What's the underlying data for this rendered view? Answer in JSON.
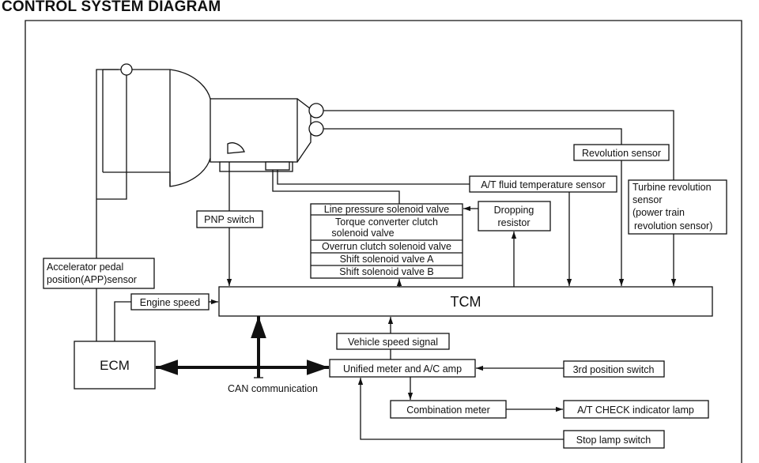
{
  "title": "CONTROL SYSTEM DIAGRAM",
  "labels": {
    "revolution_sensor": "Revolution sensor",
    "at_fluid_temp_sensor": "A/T fluid temperature sensor",
    "turbine_line1": "Turbine revolution",
    "turbine_line2": "sensor",
    "turbine_line3": "(power train",
    "turbine_line4": "revolution sensor)",
    "pnp_switch": "PNP switch",
    "line_pressure_sv": "Line pressure solenoid valve",
    "torque_converter_line1": "Torque converter clutch",
    "torque_converter_line2": "solenoid valve",
    "overrun_clutch_sv": "Overrun clutch solenoid valve",
    "shift_sv_a": "Shift solenoid valve A",
    "shift_sv_b": "Shift solenoid valve B",
    "dropping_line1": "Dropping",
    "dropping_line2": "resistor",
    "app_line1": "Accelerator pedal",
    "app_line2": "position(APP)sensor",
    "engine_speed": "Engine speed",
    "tcm": "TCM",
    "vehicle_speed_signal": "Vehicle speed signal",
    "ecm": "ECM",
    "unified_meter": "Unified meter and A/C amp",
    "third_position_switch": "3rd position switch",
    "can_communication": "CAN communication",
    "combination_meter": "Combination meter",
    "at_check_lamp": "A/T CHECK indicator lamp",
    "stop_lamp_switch": "Stop lamp switch"
  }
}
